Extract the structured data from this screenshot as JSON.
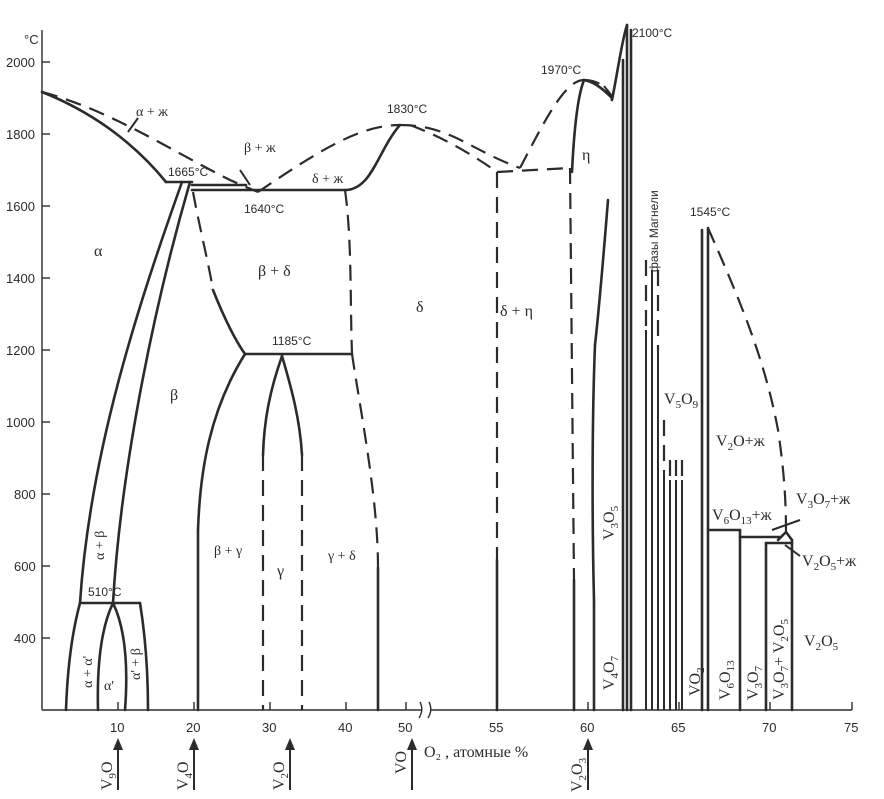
{
  "axes": {
    "y_unit": "°C",
    "y_ticks": [
      "2000",
      "1800",
      "1600",
      "1400",
      "1200",
      "1000",
      "800",
      "600",
      "400"
    ],
    "x_ticks": [
      "10",
      "20",
      "30",
      "40",
      "50",
      "55",
      "60",
      "65",
      "70",
      "75"
    ],
    "x_label": "O₂ , атомные %"
  },
  "temperatures": {
    "t2100": "2100°C",
    "t1970": "1970°C",
    "t1830": "1830°C",
    "t1665": "1665°C",
    "t1640": "1640°C",
    "t1545": "1545°C",
    "t1185": "1185°C",
    "t510": "510°C"
  },
  "phases": {
    "alpha_liq": "α + ж",
    "beta_liq": "β + ж",
    "delta_liq": "δ + ж",
    "alpha": "α",
    "beta": "β",
    "beta_delta": "β + δ",
    "delta": "δ",
    "delta_eta": "δ + η",
    "eta": "η",
    "alpha_beta": "α + β",
    "beta_gamma": "β + γ",
    "gamma": "γ",
    "gamma_delta": "γ + δ",
    "alpha_alphap": "α + α'",
    "alphap": "α'",
    "alphap_beta": "α' + β",
    "magneli": "фазы Магнели",
    "v2o_liq": "+ж",
    "v6o13_liq": "+ж",
    "v3o7_liq": "+ж",
    "v2o5_liq": "+ж"
  },
  "compounds": {
    "V9O": {
      "main": "V",
      "s1": "9",
      "mid": "O",
      "s2": ""
    },
    "V4O": {
      "main": "V",
      "s1": "4",
      "mid": "O",
      "s2": ""
    },
    "V2O": {
      "main": "V",
      "s1": "2",
      "mid": "O",
      "s2": ""
    },
    "VO": {
      "main": "VO",
      "s1": "",
      "mid": "",
      "s2": ""
    },
    "V2O3": {
      "main": "V",
      "s1": "2",
      "mid": "O",
      "s2": "3"
    },
    "V3O5": {
      "main": "V",
      "s1": "3",
      "mid": "O",
      "s2": "5"
    },
    "V4O7": {
      "main": "V",
      "s1": "4",
      "mid": "O",
      "s2": "7"
    },
    "V5O9": {
      "main": "V",
      "s1": "5",
      "mid": "O",
      "s2": "9"
    },
    "V2O_liq": {
      "main": "V",
      "s1": "2",
      "mid": "O",
      "s2": ""
    },
    "V6O13_liq": {
      "main": "V",
      "s1": "6",
      "mid": "O",
      "s2": "13"
    },
    "V3O7_liq": {
      "main": "V",
      "s1": "3",
      "mid": "O",
      "s2": "7"
    },
    "V2O5_liq": {
      "main": "V",
      "s1": "2",
      "mid": "O",
      "s2": "5"
    },
    "VO2": {
      "main": "VO",
      "s1": "2",
      "mid": "",
      "s2": ""
    },
    "V6O13": {
      "main": "V",
      "s1": "6",
      "mid": "O",
      "s2": "13"
    },
    "V3O7": {
      "main": "V",
      "s1": "3",
      "mid": "O",
      "s2": "7"
    },
    "V3O7_V2O5": {
      "main": "V",
      "s1": "3",
      "mid": "O",
      "s2": "7",
      "plus": "+ V",
      "s3": "2",
      "mid2": "O",
      "s4": "5"
    },
    "V2O5": {
      "main": "V",
      "s1": "2",
      "mid": "O",
      "s2": "5"
    }
  }
}
